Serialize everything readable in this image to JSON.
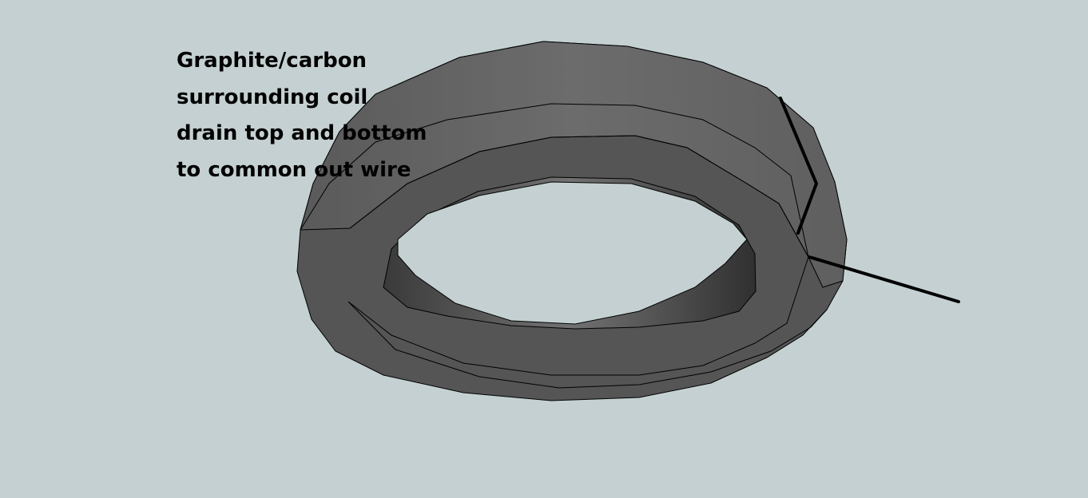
{
  "annotation": {
    "lines": [
      "Graphite/carbon",
      "surrounding coil",
      "drain top and bottom",
      "to common out wire"
    ]
  },
  "colors": {
    "background": "#c4d0d1",
    "ring_top": "#6a6a6a",
    "ring_side": "#555555",
    "ring_inner_dark": "#3a3a3a",
    "ring_inner_light": "#6e6e6e",
    "edge": "#000000",
    "wire": "#000000"
  }
}
